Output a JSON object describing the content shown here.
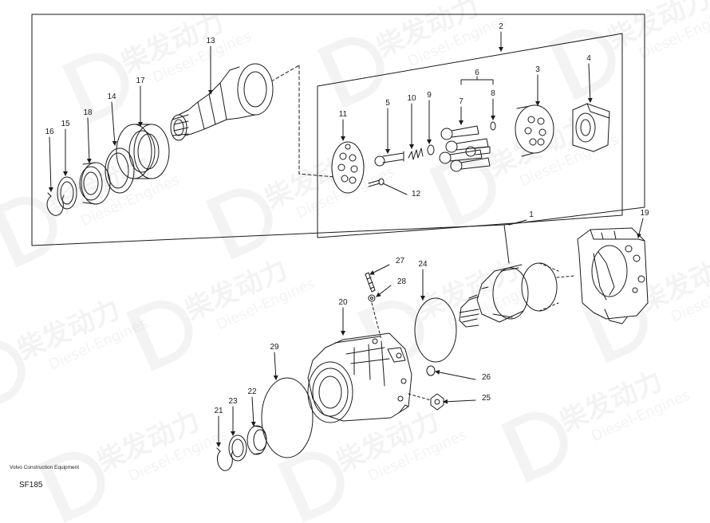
{
  "diagram": {
    "callouts": [
      "1",
      "2",
      "3",
      "4",
      "5",
      "6",
      "7",
      "8",
      "9",
      "10",
      "11",
      "12",
      "13",
      "14",
      "15",
      "16",
      "17",
      "18",
      "19",
      "20",
      "21",
      "22",
      "23",
      "24",
      "25",
      "26",
      "27",
      "28",
      "29"
    ]
  },
  "footer": {
    "maker": "Volvo Construction Equipment",
    "code": "SF185"
  },
  "watermark": {
    "brand_cn": "柴发动力",
    "brand_en": "Diesel-Engines"
  }
}
